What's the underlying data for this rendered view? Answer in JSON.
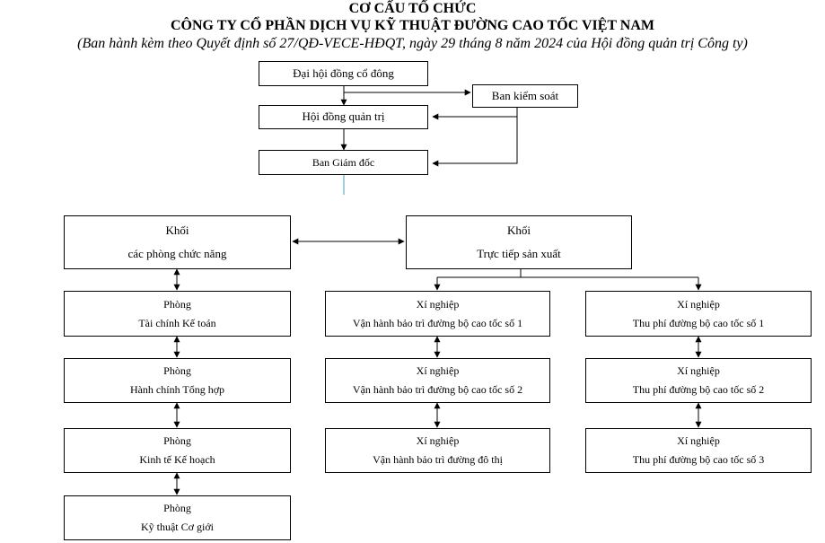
{
  "header": {
    "title1": "CƠ CẤU TỔ CHỨC",
    "title2": "CÔNG TY CỔ PHẦN DỊCH VỤ KỸ THUẬT ĐƯỜNG CAO TỐC VIỆT NAM",
    "subtitle": "(Ban hành kèm theo Quyết định số 27/QĐ-VECE-HĐQT, ngày 29 tháng 8 năm 2024 của Hội đồng quản trị Công ty)"
  },
  "top": {
    "shareholders": "Đại hội đồng cổ đông",
    "supervisory": "Ban kiểm soát",
    "board": "Hội đồng quản trị",
    "directors": "Ban Giám đốc"
  },
  "blocks": {
    "functional": {
      "line1": "Khối",
      "line2": "các phòng chức năng"
    },
    "production": {
      "line1": "Khối",
      "line2": "Trực tiếp sản xuất"
    }
  },
  "departments": [
    {
      "line1": "Phòng",
      "line2": "Tài chính Kế toán"
    },
    {
      "line1": "Phòng",
      "line2": "Hành chính Tổng hợp"
    },
    {
      "line1": "Phòng",
      "line2": "Kinh tế Kế hoạch"
    },
    {
      "line1": "Phòng",
      "line2": "Kỹ thuật Cơ giới"
    }
  ],
  "maintenance_units": [
    {
      "line1": "Xí nghiệp",
      "line2": "Vận hành bảo trì đường bộ cao tốc số 1"
    },
    {
      "line1": "Xí nghiệp",
      "line2": "Vận hành bảo trì đường bộ cao tốc số 2"
    },
    {
      "line1": "Xí nghiệp",
      "line2": "Vận hành bảo trì đường đô thị"
    }
  ],
  "toll_units": [
    {
      "line1": "Xí nghiệp",
      "line2": "Thu phí đường bộ cao tốc số 1"
    },
    {
      "line1": "Xí nghiệp",
      "line2": "Thu phí đường bộ cao tốc số 2"
    },
    {
      "line1": "Xí nghiệp",
      "line2": "Thu phí đường bộ cao tốc số 3"
    }
  ]
}
